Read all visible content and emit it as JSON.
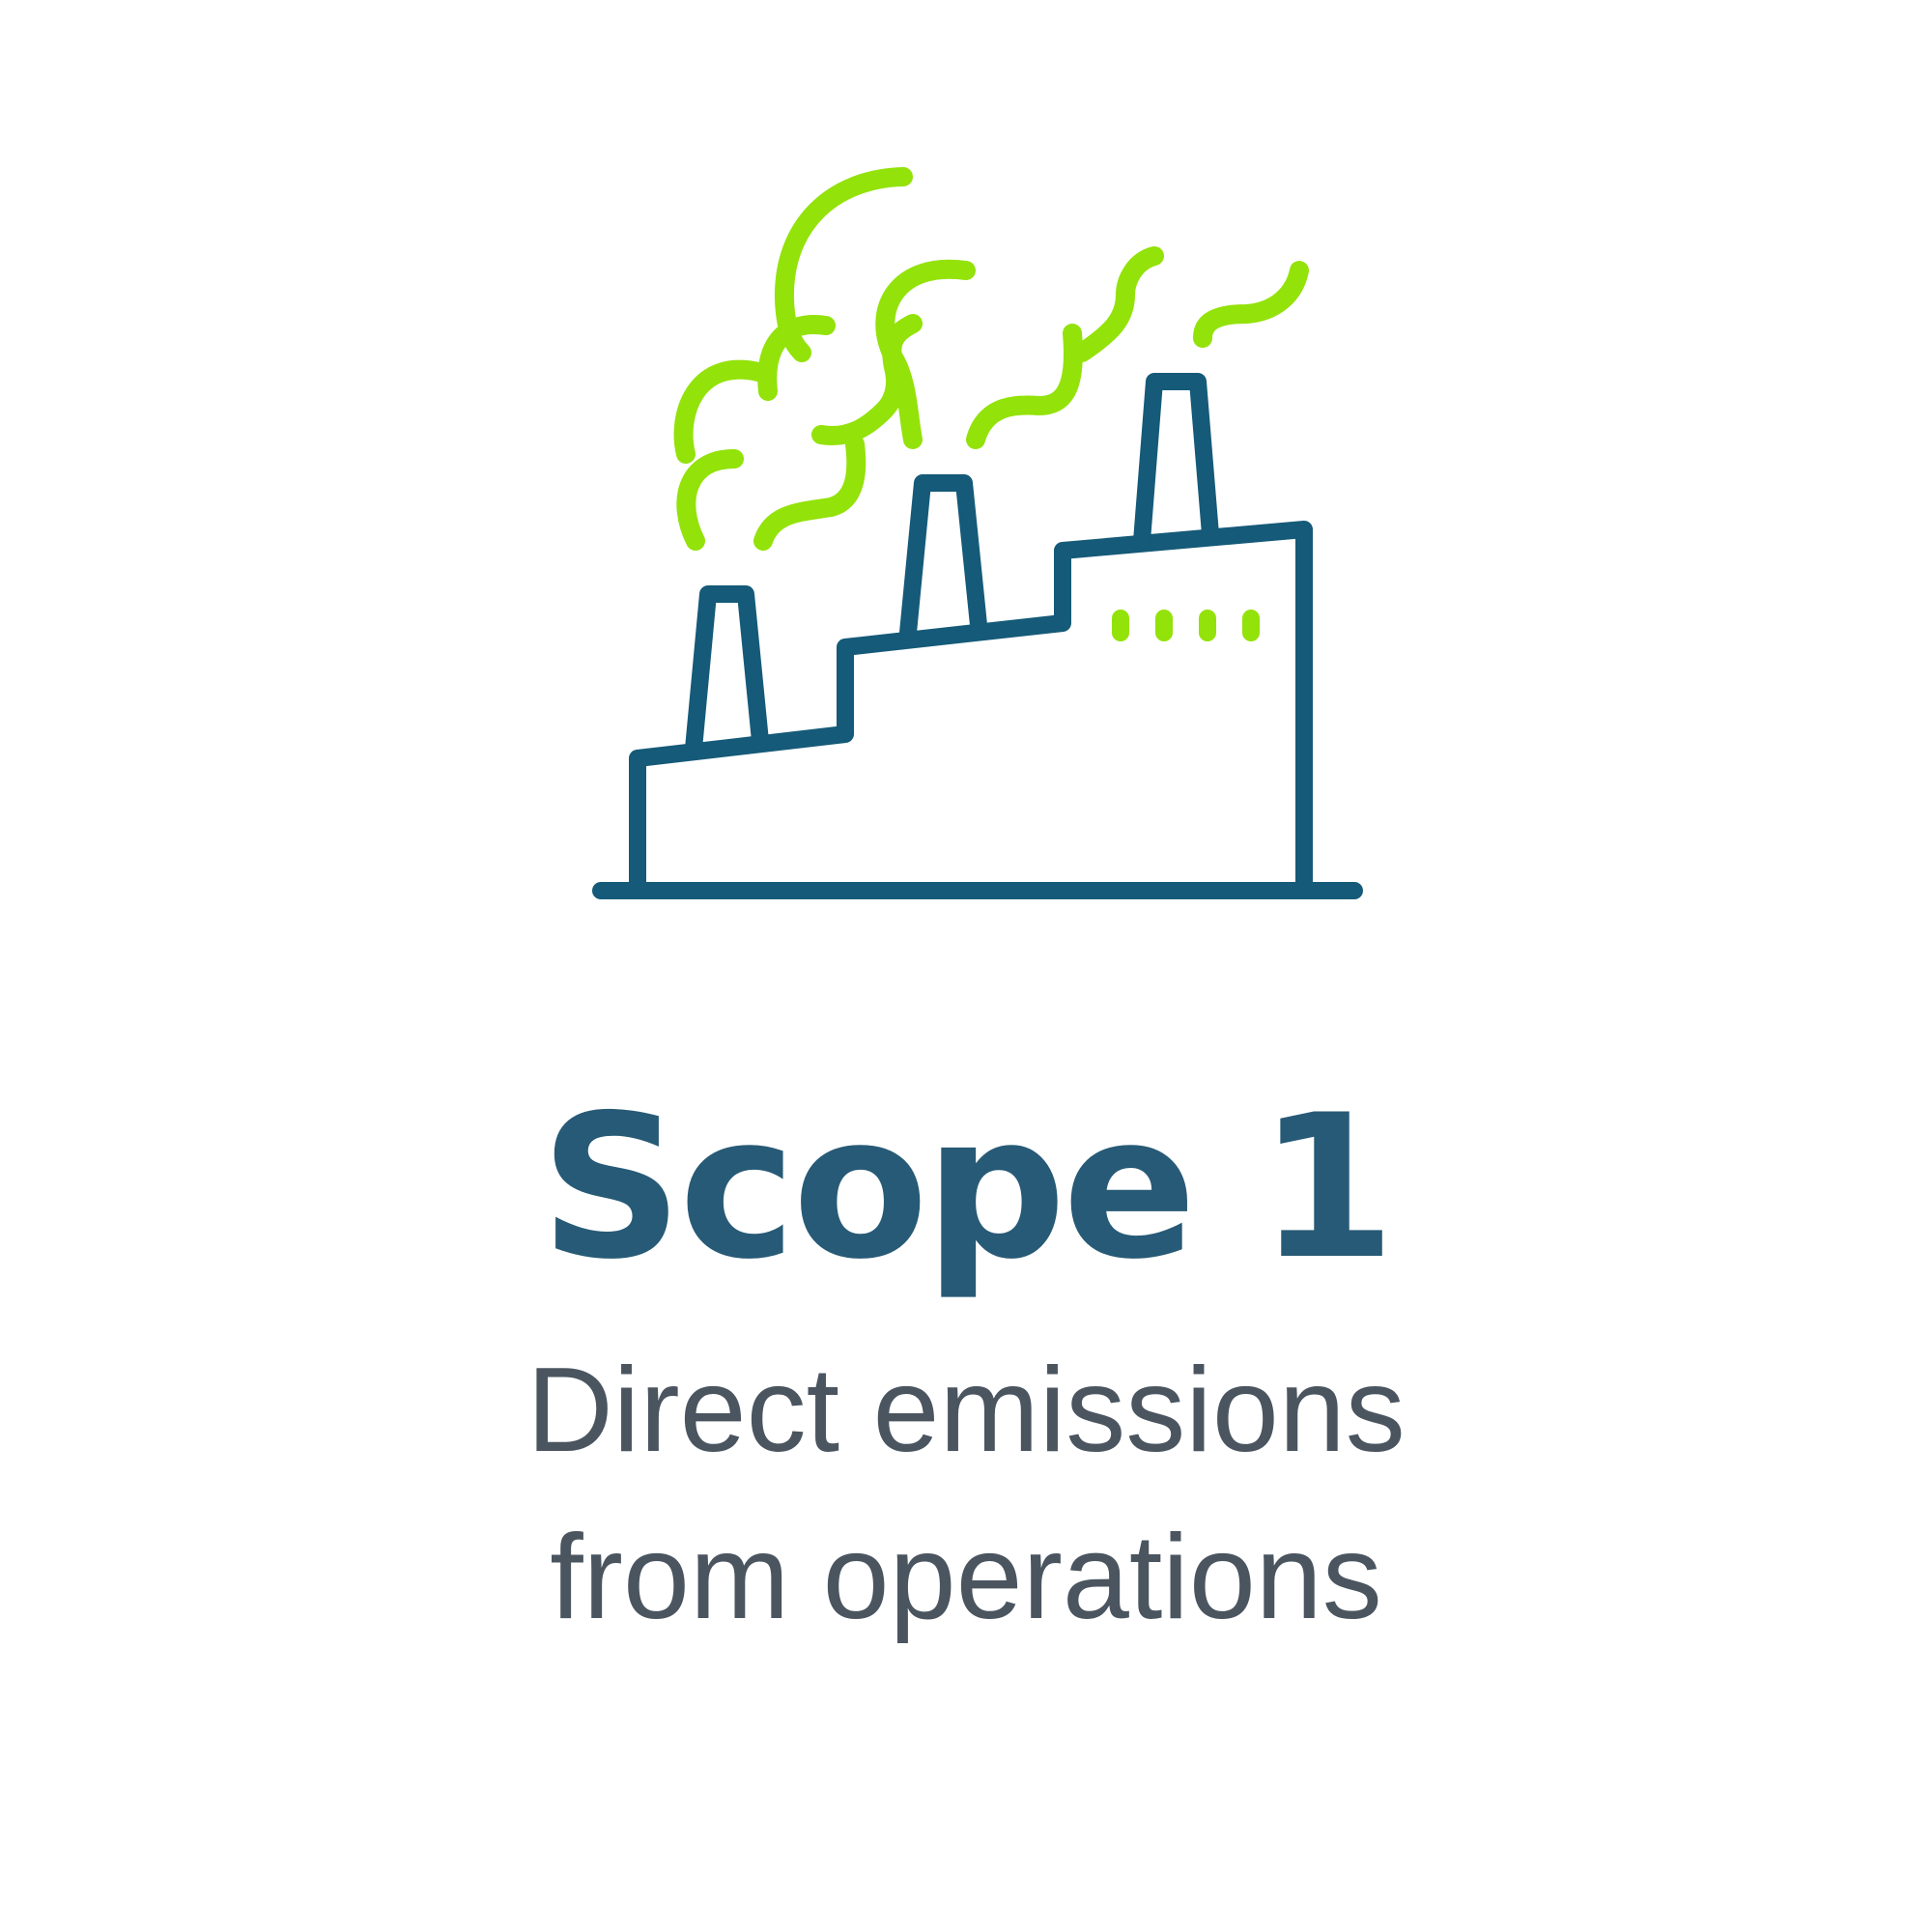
{
  "card": {
    "icon": "factory-emissions-icon",
    "title": "Scope 1",
    "description_lines": [
      "Direct emissions",
      "from operations"
    ]
  },
  "colors": {
    "outline": "#155a78",
    "smoke": "#93e20a",
    "title": "#275a76",
    "description": "#4a5560",
    "background": "#ffffff"
  }
}
